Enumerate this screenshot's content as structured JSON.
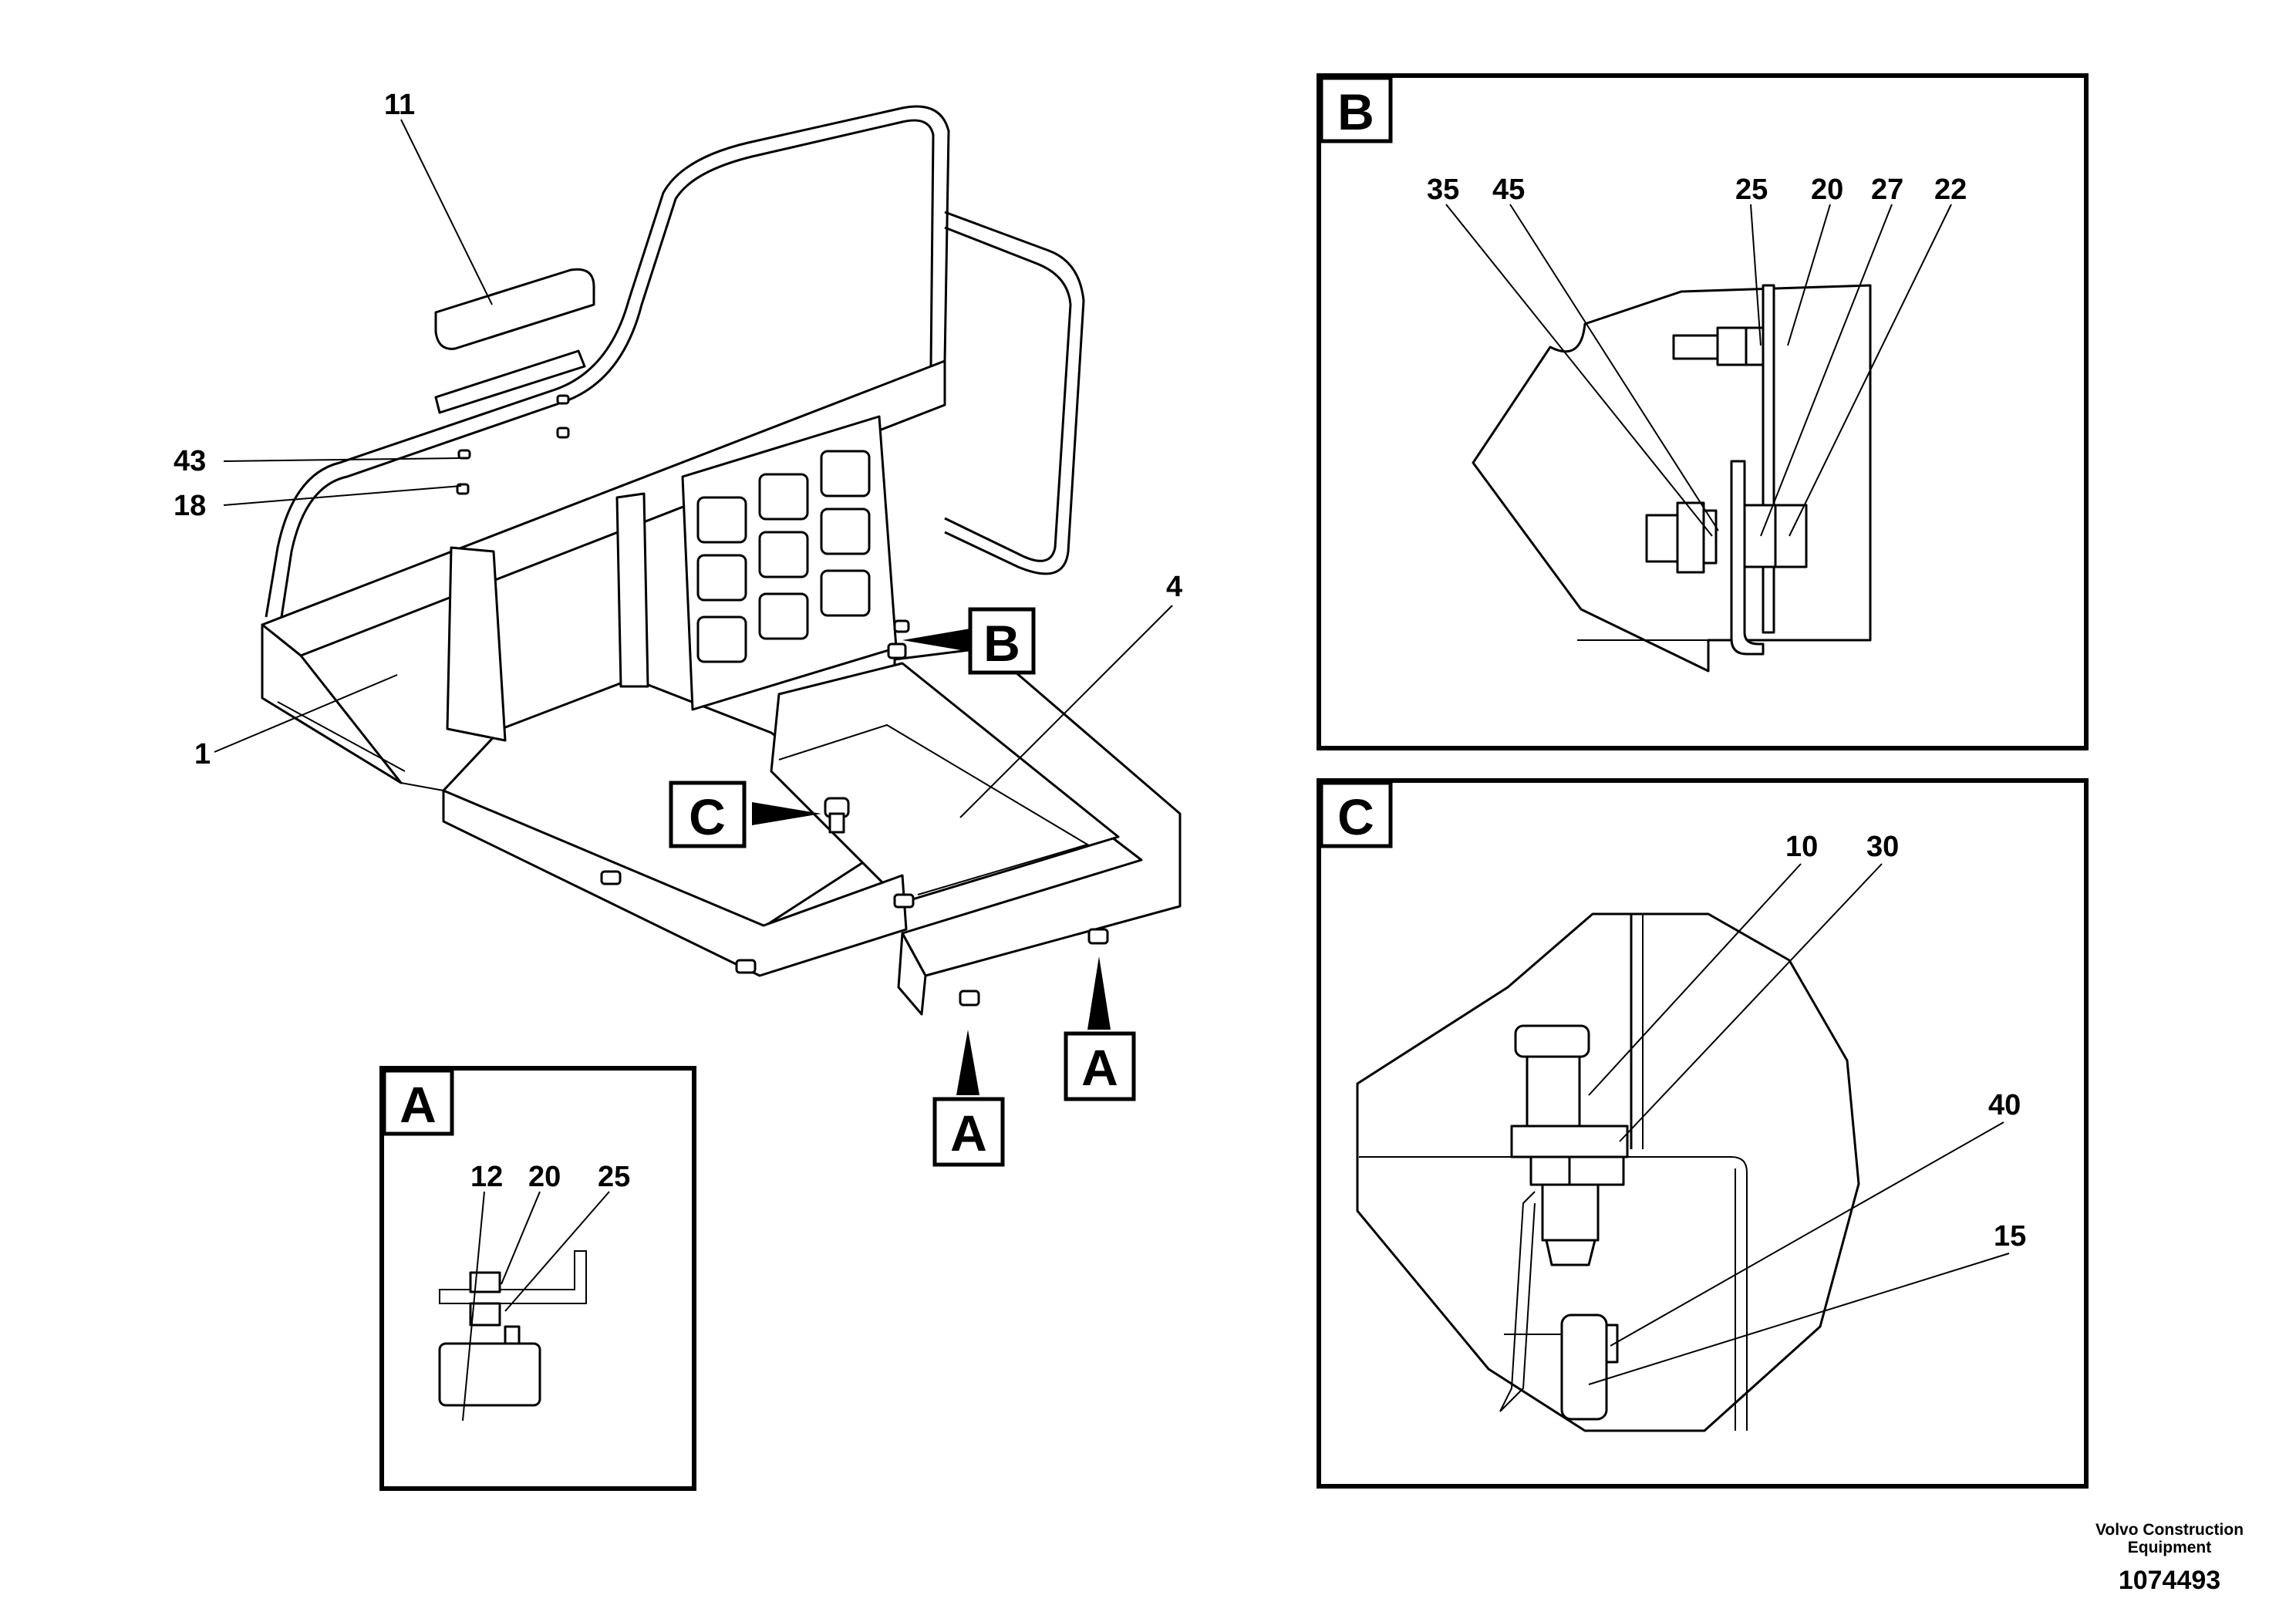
{
  "main_view": {
    "callouts": [
      "11",
      "43",
      "18",
      "1",
      "4"
    ]
  },
  "view_markers": {
    "a1": "A",
    "a2": "A",
    "b": "B",
    "c": "C"
  },
  "detail_a": {
    "title": "A",
    "callouts": [
      "12",
      "20",
      "25"
    ]
  },
  "detail_b": {
    "title": "B",
    "callouts": [
      "35",
      "45",
      "25",
      "20",
      "27",
      "22"
    ]
  },
  "detail_c": {
    "title": "C",
    "callouts": [
      "10",
      "30",
      "40",
      "15"
    ]
  },
  "footer": {
    "company_line1": "Volvo Construction",
    "company_line2": "Equipment",
    "figure_number": "1074493"
  }
}
